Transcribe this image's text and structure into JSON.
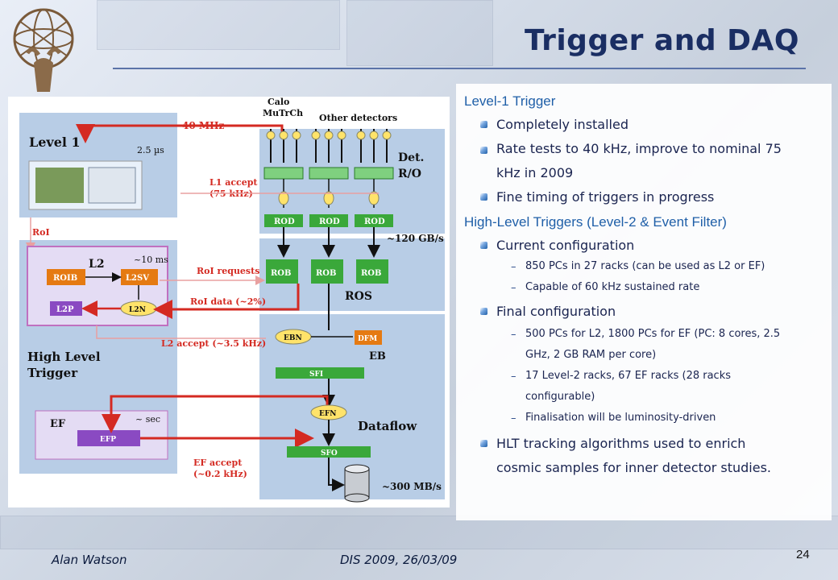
{
  "title": "Trigger and DAQ",
  "footer": {
    "author": "Alan Watson",
    "conference": "DIS 2009, 26/03/09",
    "page": "24"
  },
  "colors": {
    "title": "#1a2e63",
    "heading": "#1f5fa8",
    "arrow_red": "#d42a22",
    "box_green": "#3aa83a",
    "box_orange": "#e57a12",
    "box_purple": "#8a4ac2",
    "box_yellow": "#ffe36a"
  },
  "diagram": {
    "level1": "Level 1",
    "mhz40": "40 MHz",
    "us25": "2.5 µs",
    "calo": "Calo",
    "mutrch": "MuTrCh",
    "other_detectors": "Other detectors",
    "det_ro_1": "Det.",
    "det_ro_2": "R/O",
    "l1accept_1": "L1 accept",
    "l1accept_2": "(75 kHz)",
    "rod": "ROD",
    "rate120": "~120 GB/s",
    "roi": "RoI",
    "l2": "L2",
    "ms10": "~10 ms",
    "roib": "ROIB",
    "l2sv": "L2SV",
    "l2p": "L2P",
    "l2n": "L2N",
    "roi_requests": "RoI requests",
    "rob": "ROB",
    "ros": "ROS",
    "roi_data": "RoI data (~2%)",
    "l2accept": "L2 accept (~3.5 kHz)",
    "ebn": "EBN",
    "dfm": "DFM",
    "eb": "EB",
    "hlt_1": "High Level",
    "hlt_2": "Trigger",
    "sfi": "SFI",
    "ef": "EF",
    "sec": "~ sec",
    "efn": "EFN",
    "efp": "EFP",
    "dataflow": "Dataflow",
    "efaccept_1": "EF accept",
    "efaccept_2": "(~0.2 kHz)",
    "sfo": "SFO",
    "rate300": "~300 MB/s"
  },
  "content": {
    "level1_heading": "Level-1 Trigger",
    "l1_items": [
      "Completely installed",
      "Rate tests to 40 kHz, improve to nominal 75",
      "kHz in 2009",
      "Fine timing of triggers in progress"
    ],
    "hlt_heading": "High-Level Triggers (Level-2 & Event Filter)",
    "current_config": "Current configuration",
    "current_sub": [
      "850 PCs in 27 racks (can be used as L2 or EF)",
      "Capable of 60 kHz sustained rate"
    ],
    "final_config": "Final configuration",
    "final_sub": [
      "500 PCs for L2, 1800 PCs for EF (PC: 8 cores, 2.5",
      "GHz, 2 GB RAM per core)",
      "17 Level-2 racks, 67 EF racks (28 racks",
      "configurable)",
      "Finalisation will be luminosity-driven"
    ],
    "hlt_tracking": [
      "HLT tracking algorithms used to enrich",
      "cosmic samples for inner detector studies."
    ],
    "dash": "–"
  }
}
